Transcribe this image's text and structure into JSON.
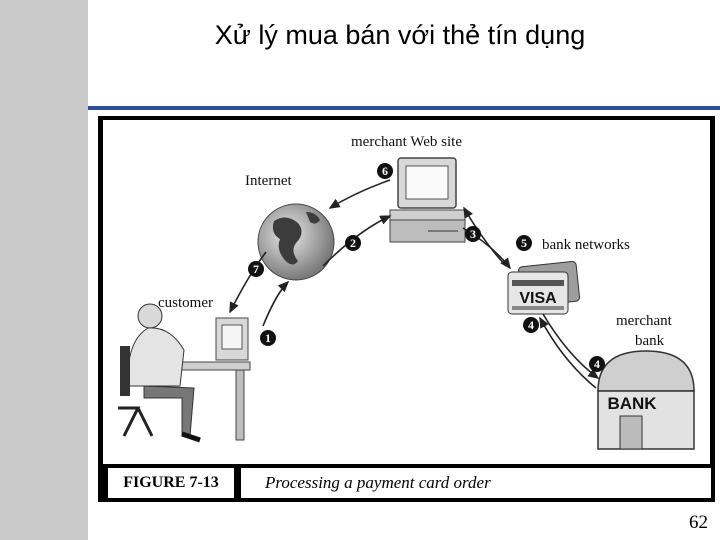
{
  "slide": {
    "title": "Xử lý mua bán với thẻ tín dụng",
    "page_number": "62"
  },
  "figure": {
    "caption_label": "FIGURE 7-13",
    "caption_text": "Processing a payment card order",
    "labels": {
      "merchant_web_site": "merchant Web site",
      "internet": "Internet",
      "bank_networks": "bank networks",
      "customer": "customer",
      "merchant_bank_line1": "merchant",
      "merchant_bank_line2": "bank",
      "card_brand": "VISA",
      "bank_sign": "BANK"
    },
    "steps": [
      "1",
      "2",
      "3",
      "4",
      "4",
      "5",
      "6",
      "7"
    ]
  }
}
